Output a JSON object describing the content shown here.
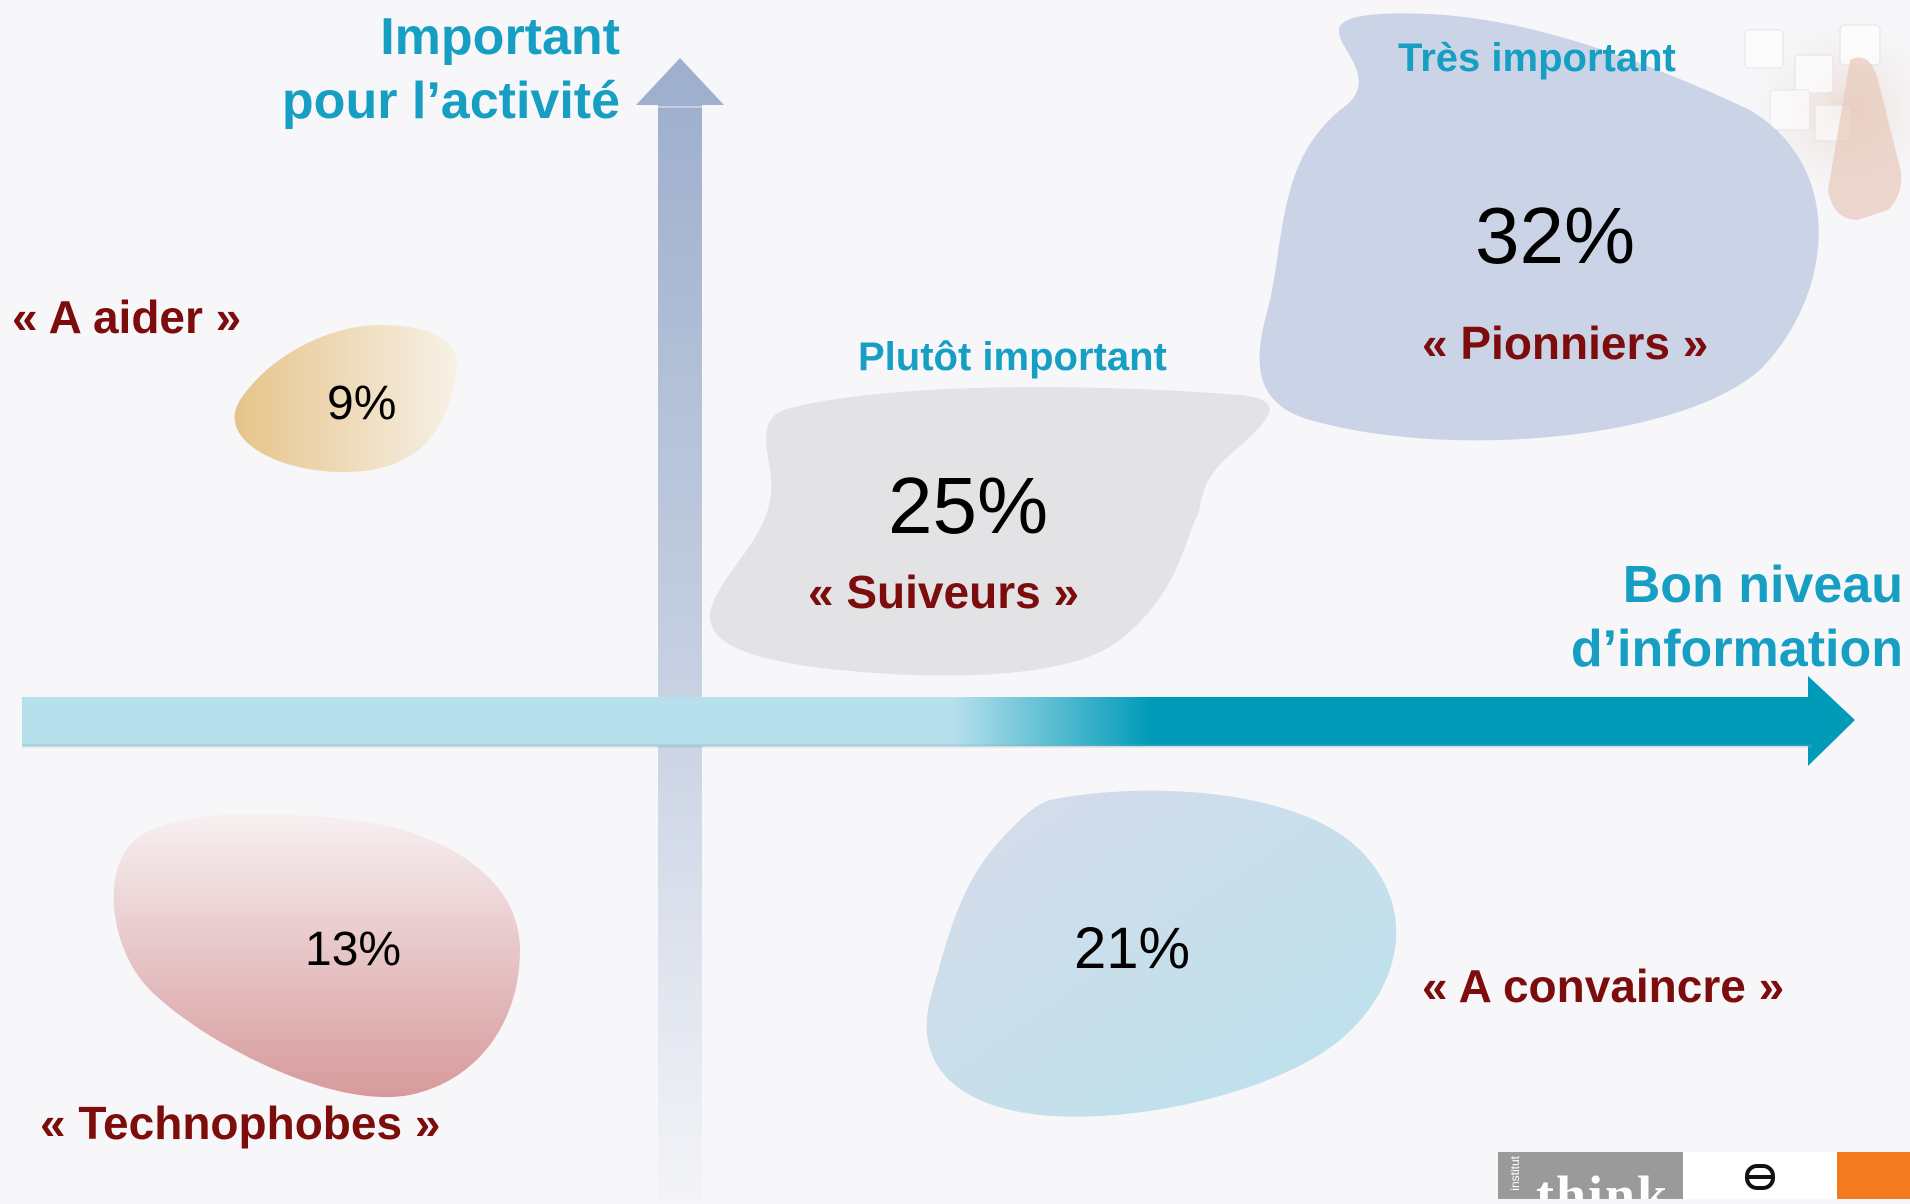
{
  "axes": {
    "vertical_label_line1": "Important",
    "vertical_label_line2": "pour l’activité",
    "horizontal_label_line1": "Bon niveau",
    "horizontal_label_line2": "d’information"
  },
  "levels": {
    "very_important": "Très important",
    "rather_important": "Plutôt important"
  },
  "segments": {
    "pioneers": {
      "percent": "32%",
      "label": "« Pionniers »"
    },
    "followers": {
      "percent": "25%",
      "label": "« Suiveurs »"
    },
    "to_help": {
      "percent": "9%",
      "label": "« A aider »"
    },
    "technophobes": {
      "percent": "13%",
      "label": "« Technophobes »"
    },
    "to_convince": {
      "percent": "21%",
      "label": "« A convaincre »"
    }
  },
  "footer": {
    "logo_text": "think",
    "logo_sub": "institut"
  },
  "colors": {
    "axis_text": "#169fc3",
    "segment_text": "#7d0c0c",
    "arrow_dark": "#009bb8",
    "arrow_light": "#b6e0ec",
    "logo_orange": "#f47a1f",
    "logo_grey": "#9a9a9a"
  }
}
